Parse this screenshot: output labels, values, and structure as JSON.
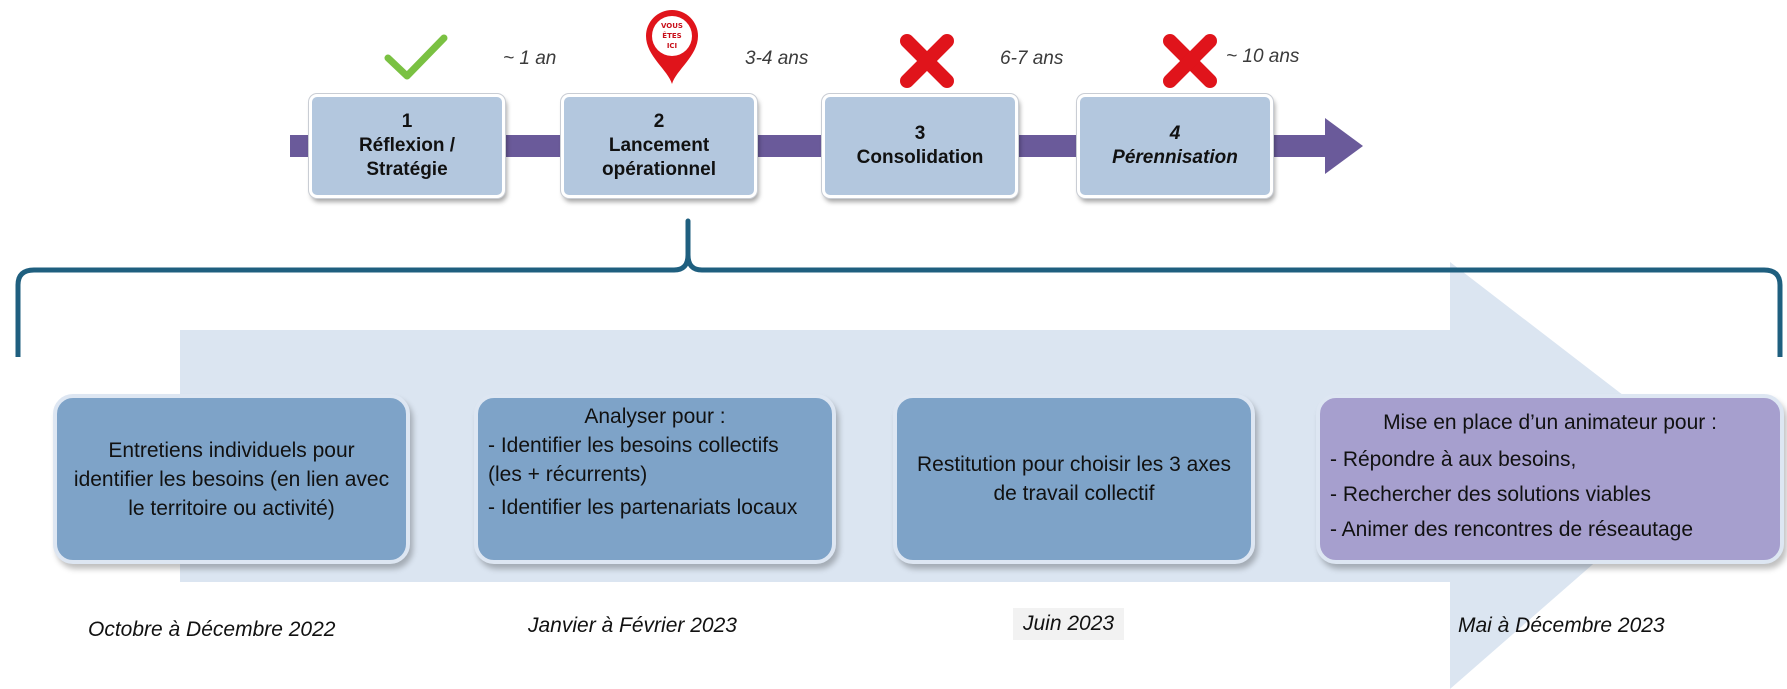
{
  "phases": [
    {
      "number": "1",
      "title": "Réflexion / Stratégie",
      "status": "done"
    },
    {
      "number": "2",
      "title": "Lancement opérationnel",
      "status": "current"
    },
    {
      "number": "3",
      "title": "Consolidation",
      "status": "not-started"
    },
    {
      "number": "4",
      "title": "Pérennisation",
      "status": "not-started"
    }
  ],
  "durations": [
    "~ 1 an",
    "3-4 ans",
    "6-7 ans",
    "~ 10 ans"
  ],
  "marker_text": [
    "VOUS",
    "ÊTES",
    "ICI"
  ],
  "steps": [
    {
      "text": "Entretiens individuels pour identifier les besoins (en lien avec le territoire ou activité)"
    },
    {
      "heading": "Analyser pour :",
      "items": [
        "- Identifier les besoins collectifs (les + récurrents)",
        "- Identifier les partenariats locaux"
      ]
    },
    {
      "text": "Restitution pour choisir les 3 axes de travail collectif"
    },
    {
      "heading": "Mise en place d’un animateur pour :",
      "items": [
        "- Répondre à aux besoins,",
        "- Rechercher des solutions viables",
        "- Animer des rencontres de réseautage"
      ]
    }
  ],
  "dates": [
    "Octobre à Décembre 2022",
    "Janvier à Février 2023",
    "Juin 2023",
    "Mai à Décembre 2023"
  ],
  "colors": {
    "phase_line": "#6a5a9a",
    "phase_box": "#b3c7de",
    "step_blue": "#7ea3c8",
    "step_purple": "#a69fce",
    "brace": "#1f5f7f",
    "check": "#7ac142",
    "cross": "#e0141b"
  },
  "icons": {
    "done": "check-icon",
    "current": "location-pin-icon",
    "not_started": "cross-icon"
  }
}
